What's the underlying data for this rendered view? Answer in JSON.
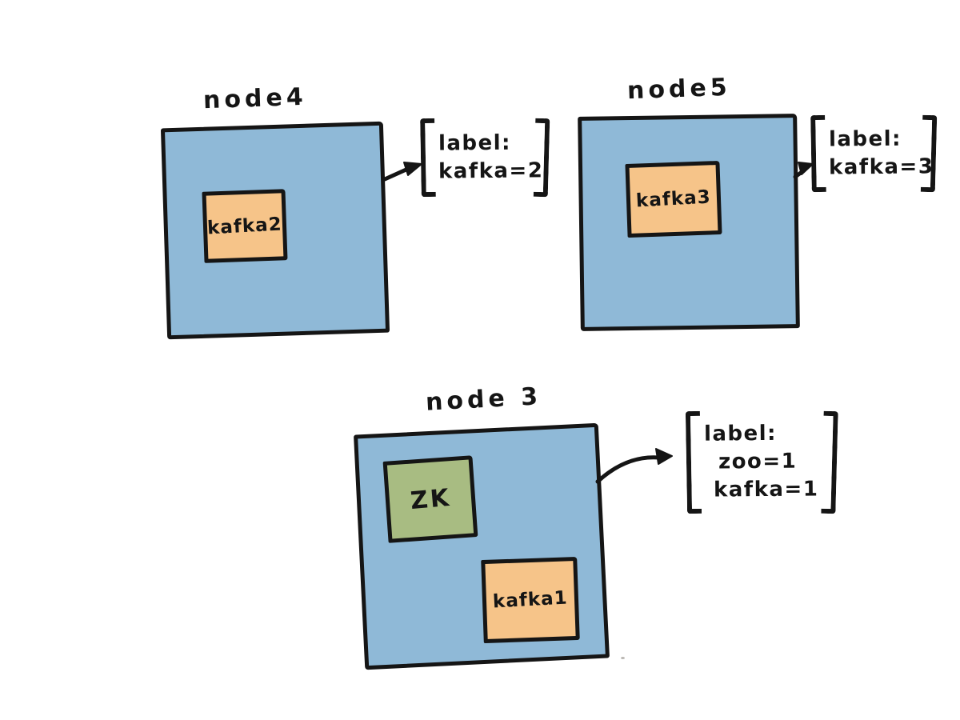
{
  "canvas": {
    "background": "#ffffff",
    "stroke_color": "#151515"
  },
  "colors": {
    "node_fill": "#8fb9d7",
    "kafka_pod_fill": "#f6c489",
    "zookeeper_pod_fill": "#a8bc82"
  },
  "nodes": [
    {
      "title": "node4",
      "pods": [
        {
          "name": "kafka2",
          "kind": "kafka"
        }
      ],
      "annotation": {
        "lines": [
          "label:",
          "kafka=2"
        ]
      }
    },
    {
      "title": "node5",
      "pods": [
        {
          "name": "kafka3",
          "kind": "kafka"
        }
      ],
      "annotation": {
        "lines": [
          "label:",
          "kafka=3"
        ]
      }
    },
    {
      "title": "node 3",
      "pods": [
        {
          "name": "ZK",
          "kind": "zookeeper"
        },
        {
          "name": "kafka1",
          "kind": "kafka"
        }
      ],
      "annotation": {
        "lines": [
          "label:",
          "zoo=1",
          "kafka=1"
        ]
      }
    }
  ]
}
